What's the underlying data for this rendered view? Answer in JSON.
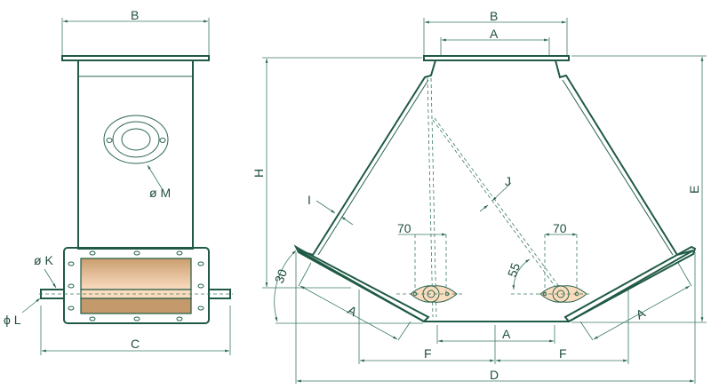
{
  "front_view": {
    "dim_width_top": "B",
    "dim_width_shaft": "C",
    "label_port_diameter": "ø M",
    "label_shaft_diameter": "ø K",
    "label_key": "ϕ L"
  },
  "side_view": {
    "dim_flange_width": "B",
    "dim_inlet_width": "A",
    "dim_height_total": "H",
    "dim_height_e": "E",
    "label_wall": "I",
    "label_flap": "J",
    "dim_bracket_left": "70",
    "dim_bracket_right": "70",
    "angle_flap": "55",
    "angle_outlet": "30",
    "dim_outlet_left": "A",
    "dim_outlet_right": "A",
    "dim_bottom": "A",
    "dim_f_left": "F",
    "dim_f_right": "F",
    "dim_total_width": "D"
  },
  "colors": {
    "outline": "#1f5a44",
    "fill_light": "#fcdcbf",
    "fill_dark": "#c89d6c"
  }
}
